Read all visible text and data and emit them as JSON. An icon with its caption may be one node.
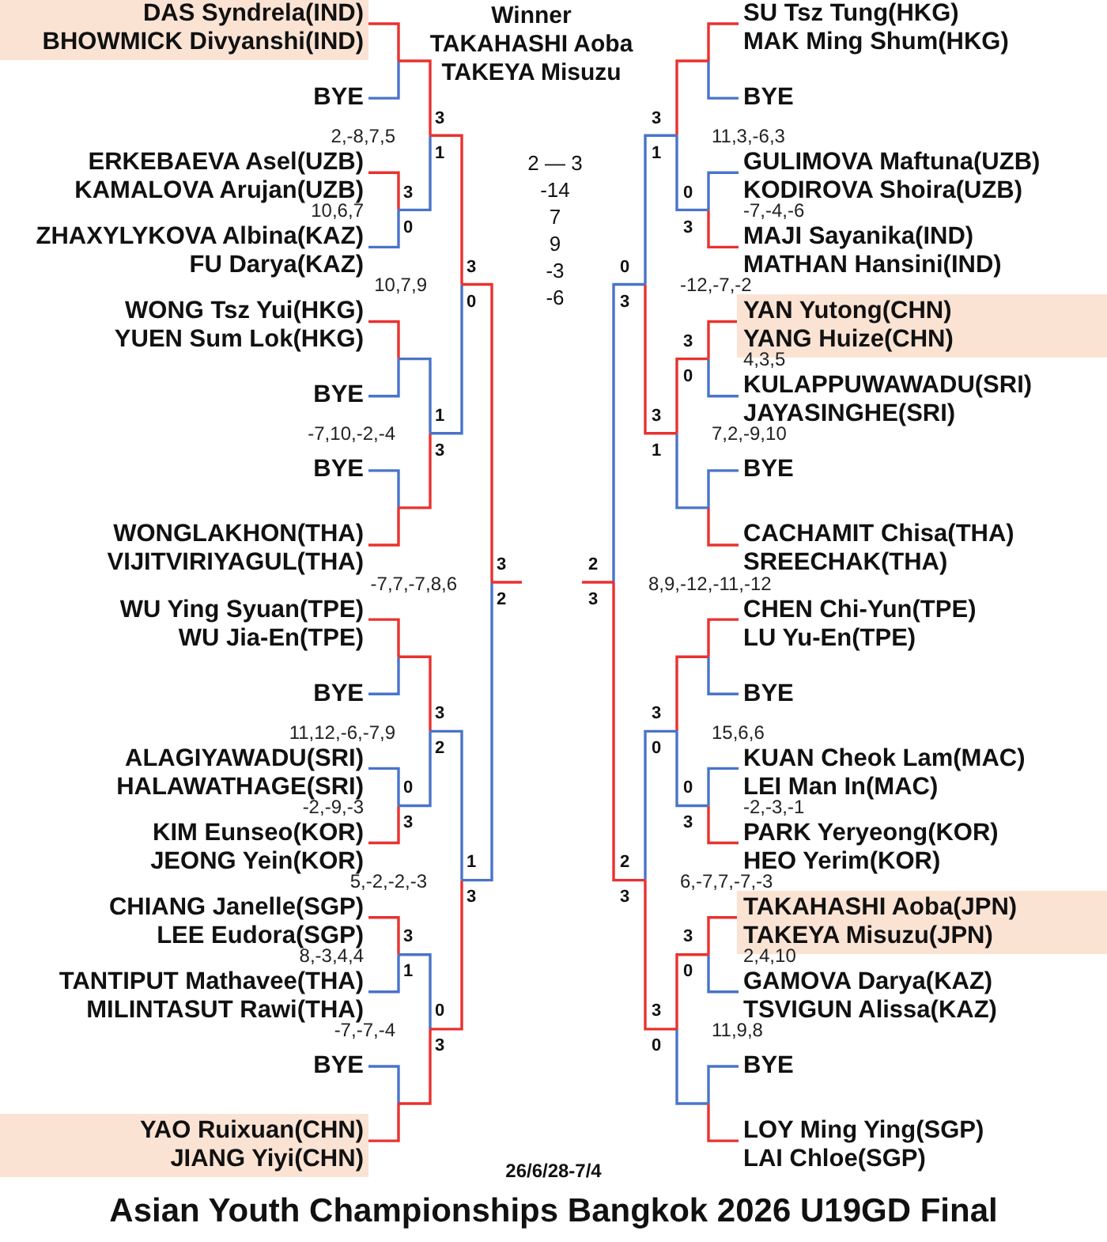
{
  "diagram": {
    "title": "Asian Youth Championships Bangkok 2026 U19GD Final",
    "nodes": [
      {
        "text": [
          "DAS Syndrela(IND)",
          "BHOWMICK Divyanshi(IND)"
        ]
      },
      {
        "text": [
          "BYE"
        ]
      },
      {
        "text": [
          "ERKEBAEVA Asel(UZB)",
          "KAMALOVA Arujan(UZB)"
        ]
      },
      {
        "text": [
          "ZHAXYLYKOVA Albina(KAZ)",
          "FU Darya(KAZ)"
        ]
      },
      {
        "text": [
          "WONG Tsz Yui(HKG)",
          "YUEN Sum Lok(HKG)"
        ]
      },
      {
        "text": [
          "BYE"
        ]
      },
      {
        "text": [
          "BYE"
        ]
      },
      {
        "text": [
          "WONGLAKHON(THA)",
          "VIJITVIRIYAGUL(THA)"
        ]
      },
      {
        "text": [
          "WU Ying Syuan(TPE)",
          "WU Jia-En(TPE)"
        ]
      },
      {
        "text": [
          "BYE"
        ]
      },
      {
        "text": [
          "ALAGIYAWADU(SRI)",
          "HALAWATHAGE(SRI)"
        ]
      },
      {
        "text": [
          "KIM Eunseo(KOR)",
          "JEONG Yein(KOR)"
        ]
      },
      {
        "text": [
          "CHIANG Janelle(SGP)",
          "LEE Eudora(SGP)"
        ]
      },
      {
        "text": [
          "TANTIPUT Mathavee(THA)",
          "MILINTASUT Rawi(THA)"
        ]
      },
      {
        "text": [
          "BYE"
        ]
      },
      {
        "text": [
          "YAO Ruixuan(CHN)",
          "JIANG Yiyi(CHN)"
        ]
      },
      {
        "text": [
          "SU Tsz Tung(HKG)",
          "MAK Ming Shum(HKG)"
        ]
      },
      {
        "text": [
          "BYE"
        ]
      },
      {
        "text": [
          "GULIMOVA Maftuna(UZB)",
          "KODIROVA Shoira(UZB)"
        ]
      },
      {
        "text": [
          "MAJI Sayanika(IND)",
          "MATHAN Hansini(IND)"
        ]
      },
      {
        "text": [
          "YAN Yutong(CHN)",
          "YANG Huize(CHN)"
        ]
      },
      {
        "text": [
          "KULAPPUWAWADU(SRI)",
          "JAYASINGHE(SRI)"
        ]
      },
      {
        "text": [
          "BYE"
        ]
      },
      {
        "text": [
          "CACHAMIT Chisa(THA)",
          "SREECHAK(THA)"
        ]
      },
      {
        "text": [
          "CHEN Chi-Yun(TPE)",
          "LU Yu-En(TPE)"
        ]
      },
      {
        "text": [
          "BYE"
        ]
      },
      {
        "text": [
          "KUAN Cheok Lam(MAC)",
          "LEI Man In(MAC)"
        ]
      },
      {
        "text": [
          "PARK Yeryeong(KOR)",
          "HEO Yerim(KOR)"
        ]
      },
      {
        "text": [
          "TAKAHASHI Aoba(JPN)",
          "TAKEYA Misuzu(JPN)"
        ]
      },
      {
        "text": [
          "GAMOVA Darya(KAZ)",
          "TSVIGUN Alissa(KAZ)"
        ]
      },
      {
        "text": [
          "BYE"
        ]
      },
      {
        "text": [
          "LOY Ming Ying(SGP)",
          "LAI Chloe(SGP)"
        ]
      }
    ],
    "labels": [
      "Winner",
      "TAKAHASHI Aoba",
      "TAKEYA Misuzu",
      "2 — 3",
      "-14",
      "7",
      "9",
      "-3",
      "-6",
      "10,6,7",
      "3",
      "0",
      "-2,-9,-3",
      "0",
      "3",
      "8,-3,4,4",
      "3",
      "1",
      "2,-8,7,5",
      "3",
      "1",
      "-7,10,-2,-4",
      "1",
      "3",
      "11,12,-6,-7,9",
      "3",
      "2",
      "-7,-7,-4",
      "0",
      "3",
      "10,7,9",
      "3",
      "0",
      "5,-2,-2,-3",
      "1",
      "3",
      "-7,7,-7,8,6",
      "3",
      "2",
      "-7,-4,-6",
      "0",
      "3",
      "4,3,5",
      "3",
      "0",
      "-2,-3,-1",
      "0",
      "3",
      "2,4,10",
      "3",
      "0",
      "11,3,-6,3",
      "3",
      "1",
      "7,2,-9,10",
      "3",
      "1",
      "15,6,6",
      "3",
      "0",
      "11,9,8",
      "3",
      "0",
      "-12,-7,-2",
      "0",
      "3",
      "6,-7,7,-7,-3",
      "2",
      "3",
      "8,9,-12,-11,-12",
      "2",
      "3",
      "26/6/28-7/4"
    ]
  }
}
